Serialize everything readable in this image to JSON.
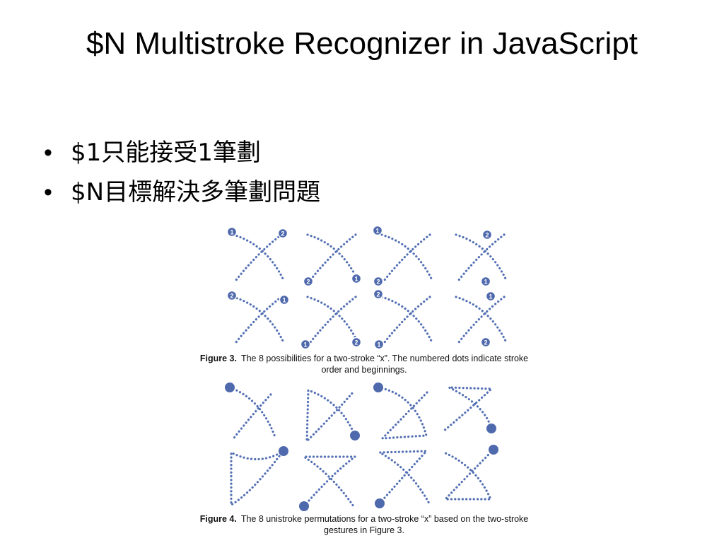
{
  "slide": {
    "title": "$N Multistroke Recognizer in JavaScript",
    "bullets": [
      {
        "marker": "•",
        "text": "$1只能接受1筆劃"
      },
      {
        "marker": "•",
        "text": "$N目標解決多筆劃問題"
      }
    ]
  },
  "figure3": {
    "label": "Figure 3.",
    "caption": "The 8 possibilities for a two-stroke “x”. The numbered dots indicate stroke order and beginnings.",
    "dot_labels": [
      "1",
      "2"
    ]
  },
  "figure4": {
    "label": "Figure 4.",
    "caption": "The 8 unistroke permutations for a two-stroke “x” based on the two-stroke gestures in Figure 3."
  },
  "colors": {
    "stroke": "#5470b4",
    "dot_fill": "#4f69ad",
    "dot_text": "#ffffff"
  }
}
